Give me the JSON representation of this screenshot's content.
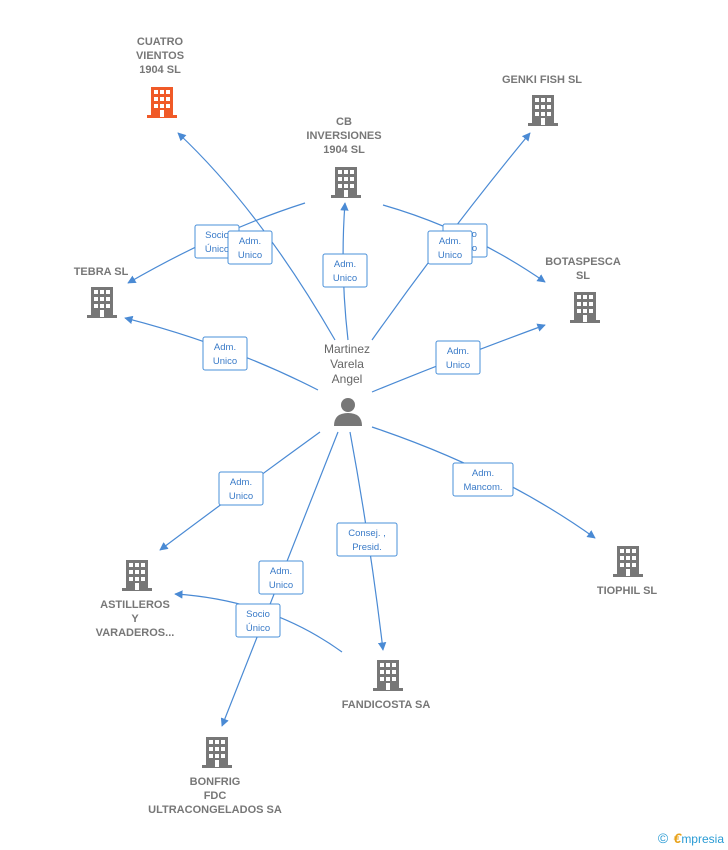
{
  "person": {
    "lines": [
      "Martinez",
      "Varela",
      "Angel"
    ]
  },
  "companies": [
    {
      "id": "cuatro",
      "lines": [
        "CUATRO",
        "VIENTOS",
        "1904  SL"
      ],
      "color": "#f05a28"
    },
    {
      "id": "cb",
      "lines": [
        "CB",
        "INVERSIONES",
        "1904  SL"
      ],
      "color": "#777777"
    },
    {
      "id": "genki",
      "lines": [
        "GENKI FISH  SL"
      ],
      "color": "#777777"
    },
    {
      "id": "tebra",
      "lines": [
        "TEBRA SL"
      ],
      "color": "#777777"
    },
    {
      "id": "botaspesca",
      "lines": [
        "BOTASPESCA",
        "SL"
      ],
      "color": "#777777"
    },
    {
      "id": "astilleros",
      "lines": [
        "ASTILLEROS",
        "Y",
        "VARADEROS..."
      ],
      "color": "#777777"
    },
    {
      "id": "tiophil",
      "lines": [
        "TIOPHIL  SL"
      ],
      "color": "#777777"
    },
    {
      "id": "fandicosta",
      "lines": [
        "FANDICOSTA SA"
      ],
      "color": "#777777"
    },
    {
      "id": "bonfrig",
      "lines": [
        "BONFRIG",
        "FDC",
        "ULTRACONGELADOS SA"
      ],
      "color": "#777777"
    }
  ],
  "edge_labels": [
    {
      "id": "l-socio-left",
      "lines": [
        "Socio",
        "Único"
      ]
    },
    {
      "id": "l-adm-cuatro",
      "lines": [
        "Adm.",
        "Unico"
      ]
    },
    {
      "id": "l-adm-cb",
      "lines": [
        "Adm.",
        "Unico"
      ]
    },
    {
      "id": "l-socio-right",
      "lines": [
        "Socio",
        "Único"
      ]
    },
    {
      "id": "l-adm-genki",
      "lines": [
        "Adm.",
        "Unico"
      ]
    },
    {
      "id": "l-adm-tebra",
      "lines": [
        "Adm.",
        "Unico"
      ]
    },
    {
      "id": "l-adm-botas",
      "lines": [
        "Adm.",
        "Unico"
      ]
    },
    {
      "id": "l-adm-astil",
      "lines": [
        "Adm.",
        "Unico"
      ]
    },
    {
      "id": "l-adm-mancom",
      "lines": [
        "Adm.",
        "Mancom."
      ]
    },
    {
      "id": "l-consej",
      "lines": [
        "Consej. ,",
        "Presid."
      ]
    },
    {
      "id": "l-adm-bonfrig",
      "lines": [
        "Adm.",
        "Unico"
      ]
    },
    {
      "id": "l-socio-fandi",
      "lines": [
        "Socio",
        "Único"
      ]
    }
  ],
  "footer": {
    "copyright": "©",
    "brand_initial": "€",
    "brand_rest": "mpresia"
  }
}
